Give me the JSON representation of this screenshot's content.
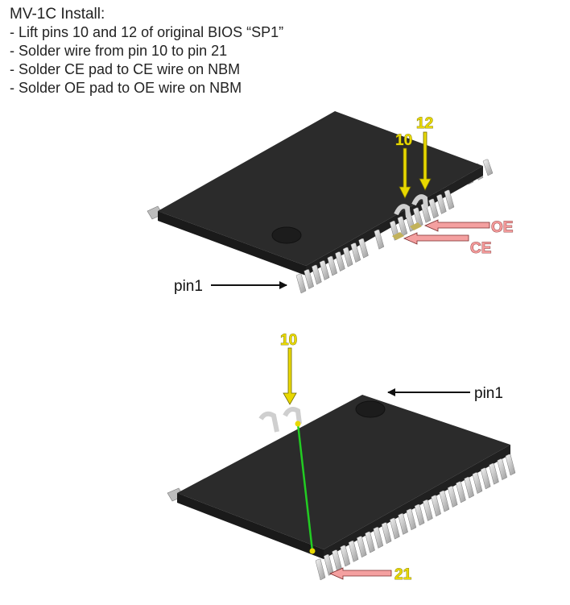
{
  "instructions": {
    "title": "MV-1C Install:",
    "steps": [
      "- Lift pins 10 and 12 of original BIOS  “SP1”",
      "- Solder wire from pin 10 to pin 21",
      "- Solder CE pad to CE wire on NBM",
      "- Solder OE pad to OE wire on NBM"
    ]
  },
  "top_chip": {
    "label_pin10": "10",
    "label_pin12": "12",
    "label_oe": "OE",
    "label_ce": "CE",
    "label_pin1": "pin1"
  },
  "bottom_chip": {
    "label_pin10": "10",
    "label_pin1": "pin1",
    "label_pin21": "21"
  },
  "colors": {
    "chip_body": "#2a2a2a",
    "pin": "#c9c9c9",
    "yellow_arrow": "#e8d800",
    "pink_arrow": "#f4a0a0",
    "wire": "#22cc22"
  }
}
